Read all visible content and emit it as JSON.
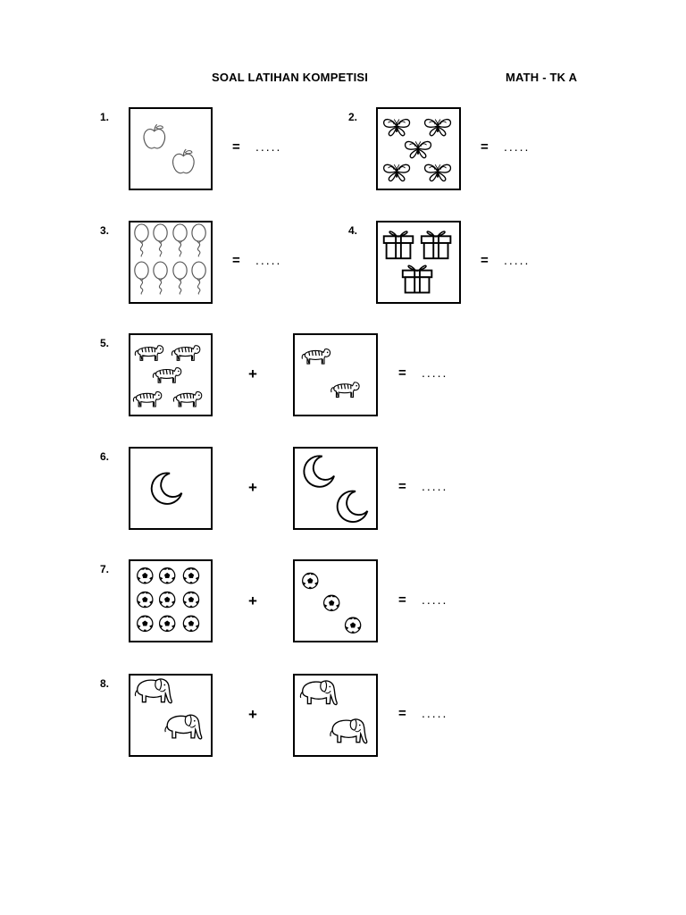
{
  "header": {
    "title": "SOAL LATIHAN KOMPETISI",
    "subject": "MATH - TK A"
  },
  "operators": {
    "equals": "=",
    "plus": "+",
    "blank": "....."
  },
  "questions": [
    {
      "number": "1.",
      "items": [
        {
          "icon": "apple-icon",
          "count": 2
        }
      ]
    },
    {
      "number": "2.",
      "items": [
        {
          "icon": "butterfly-icon",
          "count": 5
        }
      ]
    },
    {
      "number": "3.",
      "items": [
        {
          "icon": "balloon-icon",
          "count": 8
        }
      ]
    },
    {
      "number": "4.",
      "items": [
        {
          "icon": "gift-icon",
          "count": 3
        }
      ]
    },
    {
      "number": "5.",
      "items": [
        {
          "icon": "tiger-icon",
          "count": 5
        },
        {
          "icon": "tiger-icon",
          "count": 2
        }
      ]
    },
    {
      "number": "6.",
      "items": [
        {
          "icon": "moon-icon",
          "count": 1
        },
        {
          "icon": "moon-icon",
          "count": 2
        }
      ]
    },
    {
      "number": "7.",
      "items": [
        {
          "icon": "soccer-ball-icon",
          "count": 9
        },
        {
          "icon": "soccer-ball-icon",
          "count": 3
        }
      ]
    },
    {
      "number": "8.",
      "items": [
        {
          "icon": "elephant-icon",
          "count": 2
        },
        {
          "icon": "elephant-icon",
          "count": 2
        }
      ]
    }
  ]
}
